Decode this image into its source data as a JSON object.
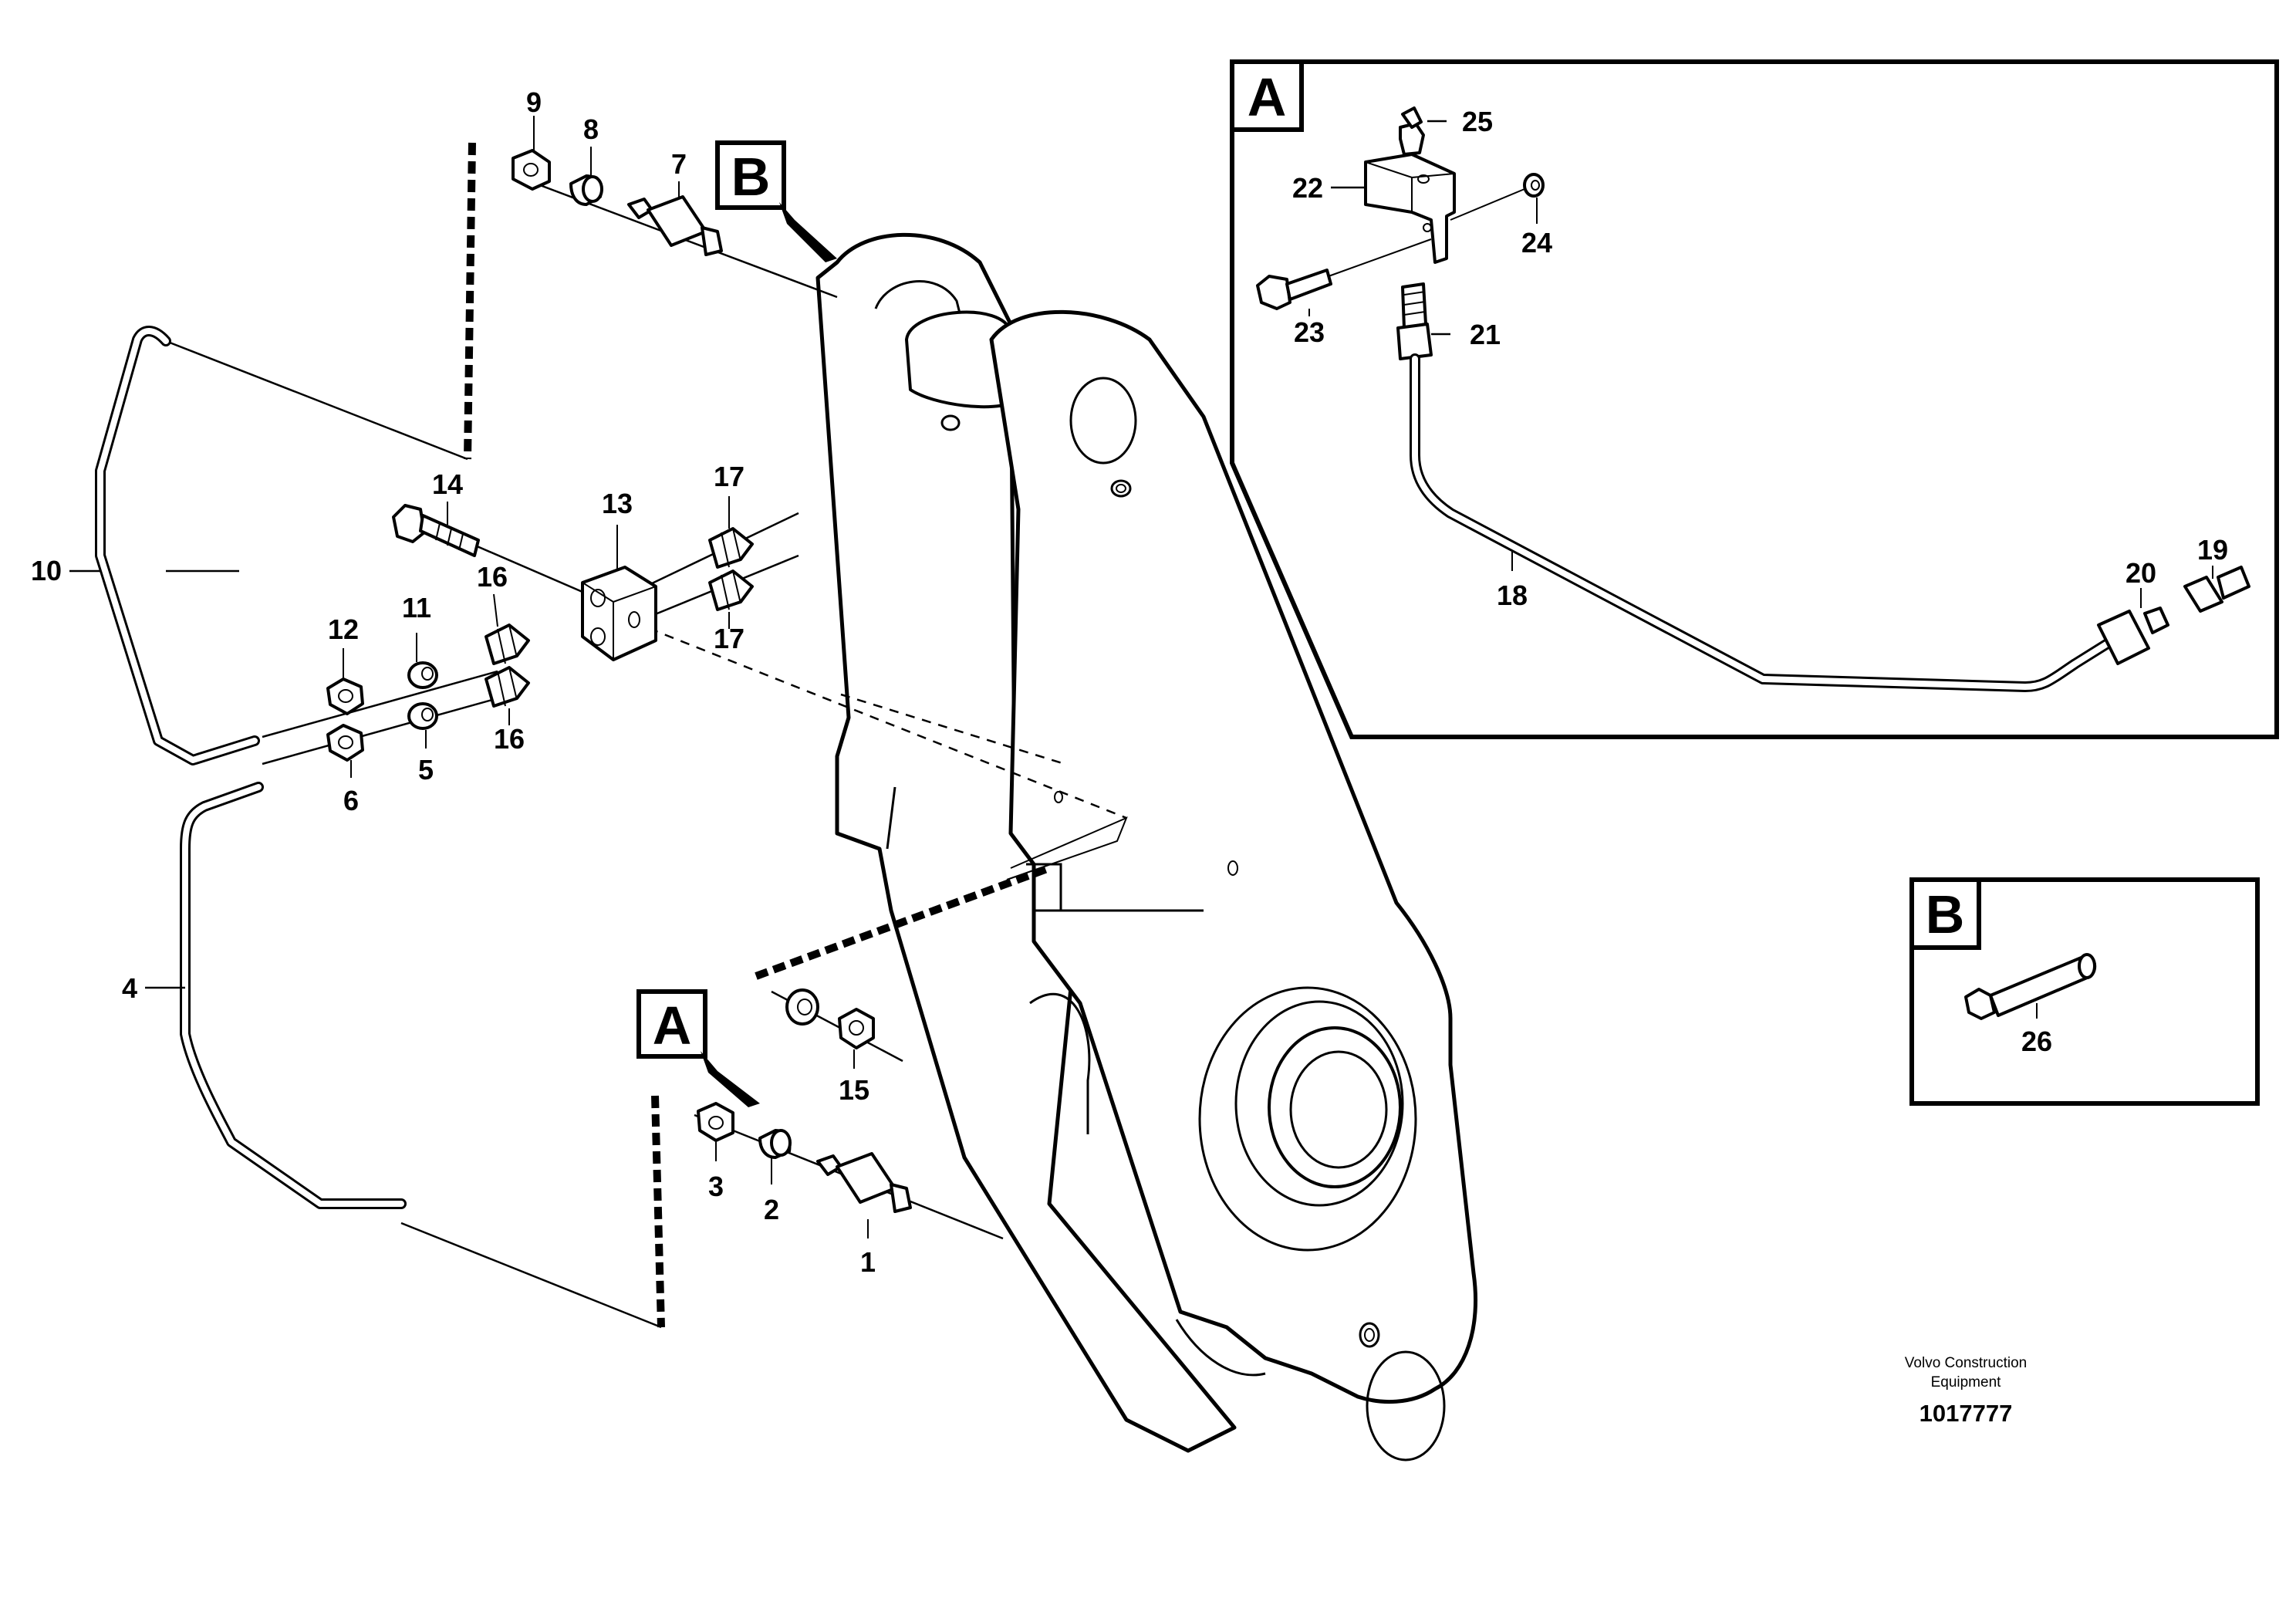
{
  "diagram": {
    "callouts": {
      "n1": "1",
      "n2": "2",
      "n3": "3",
      "n4": "4",
      "n5": "5",
      "n6": "6",
      "n7": "7",
      "n8": "8",
      "n9": "9",
      "n10": "10",
      "n11": "11",
      "n12": "12",
      "n13": "13",
      "n14": "14",
      "n15": "15",
      "n16a": "16",
      "n16b": "16",
      "n17a": "17",
      "n17b": "17",
      "n18": "18",
      "n19": "19",
      "n20": "20",
      "n21": "21",
      "n22": "22",
      "n23": "23",
      "n24": "24",
      "n25": "25",
      "n26": "26"
    },
    "detail_labels": {
      "a_main": "A",
      "b_main": "B",
      "a_box": "A",
      "b_box": "B"
    },
    "credit": {
      "line1": "Volvo Construction",
      "line2": "Equipment",
      "drawing_number": "1017777"
    }
  }
}
